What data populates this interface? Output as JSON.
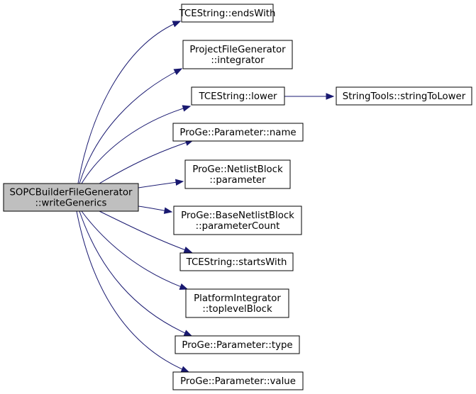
{
  "graph": {
    "root": {
      "lines": [
        "SOPCBuilderFileGenerator",
        "::writeGenerics"
      ]
    },
    "nodes": [
      {
        "id": "endsWith",
        "lines": [
          "TCEString::endsWith"
        ]
      },
      {
        "id": "integrator",
        "lines": [
          "ProjectFileGenerator",
          "::integrator"
        ]
      },
      {
        "id": "lower",
        "lines": [
          "TCEString::lower"
        ]
      },
      {
        "id": "stringToLower",
        "lines": [
          "StringTools::stringToLower"
        ]
      },
      {
        "id": "param-name",
        "lines": [
          "ProGe::Parameter::name"
        ]
      },
      {
        "id": "parameter",
        "lines": [
          "ProGe::NetlistBlock",
          "::parameter"
        ]
      },
      {
        "id": "parameterCount",
        "lines": [
          "ProGe::BaseNetlistBlock",
          "::parameterCount"
        ]
      },
      {
        "id": "startsWith",
        "lines": [
          "TCEString::startsWith"
        ]
      },
      {
        "id": "toplevelBlock",
        "lines": [
          "PlatformIntegrator",
          "::toplevelBlock"
        ]
      },
      {
        "id": "param-type",
        "lines": [
          "ProGe::Parameter::type"
        ]
      },
      {
        "id": "param-value",
        "lines": [
          "ProGe::Parameter::value"
        ]
      }
    ],
    "edges": [
      {
        "from": "root",
        "to": "endsWith"
      },
      {
        "from": "root",
        "to": "integrator"
      },
      {
        "from": "root",
        "to": "lower"
      },
      {
        "from": "root",
        "to": "param-name"
      },
      {
        "from": "root",
        "to": "parameter"
      },
      {
        "from": "root",
        "to": "parameterCount"
      },
      {
        "from": "root",
        "to": "startsWith"
      },
      {
        "from": "root",
        "to": "toplevelBlock"
      },
      {
        "from": "root",
        "to": "param-type"
      },
      {
        "from": "root",
        "to": "param-value"
      },
      {
        "from": "lower",
        "to": "stringToLower"
      }
    ],
    "colors": {
      "edge": "#191970",
      "root_fill": "#bfbfbf",
      "node_fill": "#ffffff",
      "border": "#000000"
    }
  }
}
